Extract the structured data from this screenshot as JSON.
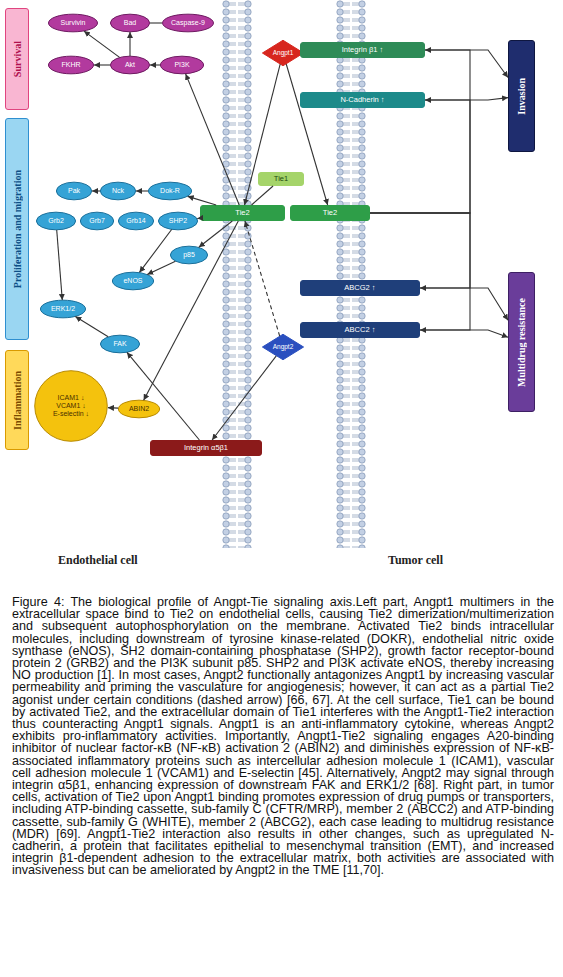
{
  "diagram": {
    "caption": "Figure 4: The biological profile of Angpt-Tie signaling axis.Left part, Angpt1 multimers in the extracellular space bind to Tie2 on endothelial cells, causing Tie2 dimerization/multimerization and subsequent autophosphorylation on the membrane. Activated Tie2 binds intracellular molecules, including downstream of tyrosine kinase-related (DOKR), endothelial nitric oxide synthase (eNOS), SH2 domain-containing phosphatase (SHP2), growth factor receptor-bound protein 2 (GRB2) and the PI3K subunit p85. SHP2 and PI3K activate eNOS, thereby increasing NO production [1]. In most cases, Angpt2 functionally antagonizes Angpt1 by increasing vascular permeability and priming the vasculature for angiogenesis; however, it can act as a partial Tie2 agonist under certain conditions (dashed arrow) [66, 67]. At the cell surface, Tie1 can be bound by activated Tie2, and the extracellular domain of Tie1 interferes with the Angpt1-Tie2 interaction thus counteracting Angpt1 signals. Angpt1 is an anti-inflammatory cytokine, whereas Angpt2 exhibits pro-inflammatory activities. Importantly, Angpt1-Tie2 signaling engages A20-binding inhibitor of nuclear factor-κB (NF-κB) activation 2 (ABIN2) and diminishes expression of NF-κB-associated inflammatory proteins such as intercellular adhesion molecule 1 (ICAM1), vascular cell adhesion molecule 1 (VCAM1) and E-selectin [45]. Alternatively, Angpt2 may signal through integrin α5β1, enhancing expression of downstream FAK and ERK1/2 [68]. Right part, in tumor cells, activation of Tie2 upon Angpt1 binding promotes expression of drug pumps or transporters, including ATP-binding cassette, sub-family C (CFTR/MRP), member 2 (ABCC2) and ATP-binding cassette, sub-family G (WHITE), member 2 (ABCG2), each case leading to multidrug resistance (MDR) [69]. Angpt1-Tie2 interaction also results in other changes, such as upregulated N-cadherin, a protein that facilitates epithelial to mesenchymal transition (EMT), and increased integrin β1-dependent adhesion to the extracellular matrix, both activities are associated with invasiveness but can be ameliorated by Angpt2 in the TME [11,70].",
    "nodes": [
      {
        "text": [
          "Survival"
        ]
      },
      {
        "text": [
          "Proliferation and migration"
        ]
      },
      {
        "text": [
          "Inflammation"
        ]
      },
      {
        "text": [
          "Invasion"
        ]
      },
      {
        "text": [
          "Multidrug resistance"
        ]
      },
      {
        "text": [
          "Survivin"
        ]
      },
      {
        "text": [
          "Bad"
        ]
      },
      {
        "text": [
          "Caspase-9"
        ]
      },
      {
        "text": [
          "FKHR"
        ]
      },
      {
        "text": [
          "Akt"
        ]
      },
      {
        "text": [
          "PI3K"
        ]
      },
      {
        "text": [
          "Pak"
        ]
      },
      {
        "text": [
          "Nck"
        ]
      },
      {
        "text": [
          "Dok-R"
        ]
      },
      {
        "text": [
          "Grb2"
        ]
      },
      {
        "text": [
          "Grb7"
        ]
      },
      {
        "text": [
          "Grb14"
        ]
      },
      {
        "text": [
          "SHP2"
        ]
      },
      {
        "text": [
          "p85"
        ]
      },
      {
        "text": [
          "eNOS"
        ]
      },
      {
        "text": [
          "ERK1/2"
        ]
      },
      {
        "text": [
          "FAK"
        ]
      },
      {
        "text": [
          "ABIN2"
        ]
      },
      {
        "text": [
          "ICAM1 ↓",
          "VCAM1 ↓",
          "E-selectin ↓"
        ]
      },
      {
        "text": [
          "Angpt1"
        ]
      },
      {
        "text": [
          "Tie1"
        ]
      },
      {
        "text": [
          "Tie2"
        ]
      },
      {
        "text": [
          "Tie2"
        ]
      },
      {
        "text": [
          "Angpt2"
        ]
      },
      {
        "text": [
          "Integrin α5β1"
        ]
      },
      {
        "text": [
          "Integrin β1 ↑"
        ]
      },
      {
        "text": [
          "N-Cadherin ↑"
        ]
      },
      {
        "text": [
          "ABCG2 ↑"
        ]
      },
      {
        "text": [
          "ABCC2 ↑"
        ]
      }
    ],
    "edges": [
      {
        "from": 24,
        "to": 26,
        "arrow": "to"
      },
      {
        "from": 24,
        "to": 27,
        "arrow": "to"
      },
      {
        "from": 25,
        "to": 26,
        "arrow": "none"
      },
      {
        "from": 28,
        "to": 26,
        "arrow": "to"
      },
      {
        "from": 28,
        "to": 29,
        "arrow": "to"
      },
      {
        "from": 26,
        "to": 10,
        "arrow": "to"
      },
      {
        "from": 10,
        "to": 9,
        "arrow": "to"
      },
      {
        "from": 9,
        "to": 8,
        "arrow": "to"
      },
      {
        "from": 9,
        "to": 6,
        "arrow": "to"
      },
      {
        "from": 9,
        "to": 5,
        "arrow": "to"
      },
      {
        "from": 6,
        "to": 7,
        "arrow": "none"
      },
      {
        "from": 26,
        "to": 13,
        "arrow": "to"
      },
      {
        "from": 13,
        "to": 12,
        "arrow": "to"
      },
      {
        "from": 12,
        "to": 11,
        "arrow": "to"
      },
      {
        "from": 26,
        "to": 17,
        "arrow": "to"
      },
      {
        "from": 26,
        "to": 18,
        "arrow": "to"
      },
      {
        "from": 17,
        "to": 19,
        "arrow": "to"
      },
      {
        "from": 18,
        "to": 19,
        "arrow": "to"
      },
      {
        "from": 14,
        "to": 20,
        "arrow": "to"
      },
      {
        "from": 29,
        "to": 21,
        "arrow": "to"
      },
      {
        "from": 21,
        "to": 20,
        "arrow": "to"
      },
      {
        "from": 26,
        "to": 22,
        "arrow": "to"
      },
      {
        "from": 22,
        "to": 23,
        "arrow": "to"
      },
      {
        "from": 27,
        "to": 30,
        "arrow": "to"
      },
      {
        "from": 27,
        "to": 31,
        "arrow": "to"
      },
      {
        "from": 27,
        "to": 32,
        "arrow": "to"
      },
      {
        "from": 27,
        "to": 33,
        "arrow": "to"
      },
      {
        "from": 30,
        "to": 3,
        "arrow": "to"
      },
      {
        "from": 31,
        "to": 3,
        "arrow": "to"
      },
      {
        "from": 32,
        "to": 4,
        "arrow": "to"
      },
      {
        "from": 33,
        "to": 4,
        "arrow": "to"
      }
    ],
    "labels": [
      "Endothelial cell",
      "Tumor cell"
    ]
  }
}
